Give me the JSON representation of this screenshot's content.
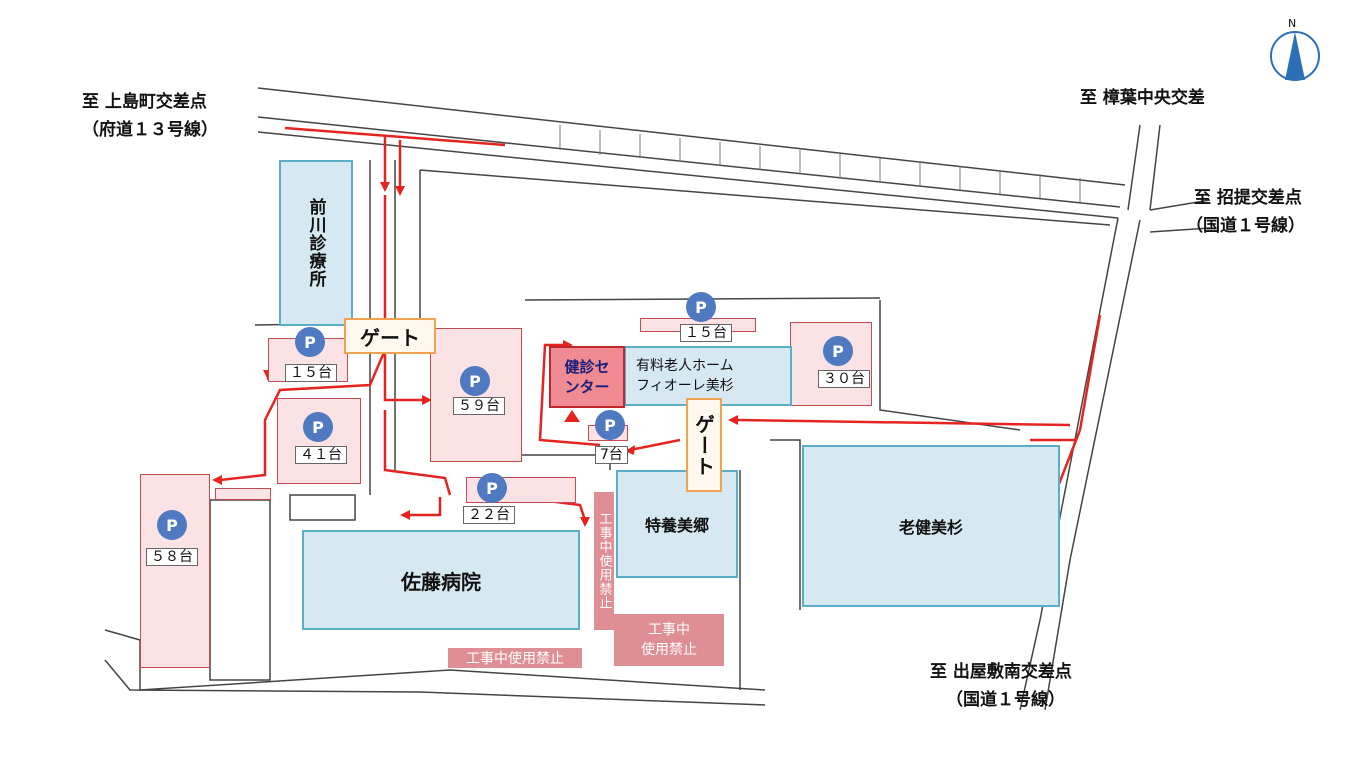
{
  "destinations": {
    "kamishima": {
      "line1": "至 上島町交差点",
      "line2": "（府道１３号線）"
    },
    "shoyo": "至 樟葉中央交差",
    "maneki": {
      "line1": "至 招提交差点",
      "line2": "（国道１号線）"
    },
    "deyashiki": {
      "line1": "至 出屋敷南交差点",
      "line2": "（国道１号線）"
    }
  },
  "compass": {
    "north_label": "N"
  },
  "buildings": {
    "maekawa_clinic": "前川診療所",
    "kenshin_center": "健診センター",
    "fiore": {
      "line1": "有料老人ホーム",
      "line2": "フィオーレ美杉"
    },
    "tokuyo": "特養美郷",
    "roken": "老健美杉",
    "sato_hospital": "佐藤病院"
  },
  "gates": {
    "west": "ゲート",
    "east": "ゲート"
  },
  "parking": {
    "marker": "P",
    "p15_west": "１５台",
    "p59": "５９台",
    "p41": "４１台",
    "p58": "５８台",
    "p22": "２２台",
    "p15_north": "１５台",
    "p7": "7台",
    "p30": "３０台"
  },
  "construction": {
    "bottom": "工事中使用禁止",
    "vertical": "工事中使用禁止",
    "box_line1": "工事中",
    "box_line2": "使用禁止"
  },
  "colors": {
    "route": "#e52421",
    "building_fill": "#d6e9f2",
    "building_border": "#5aaec8",
    "parking_fill": "#fbe3e5",
    "parking_border": "#c24b54",
    "parking_marker": "#4f79c0",
    "gate_border": "#f0a24e",
    "center_fill": "#f08a93",
    "closed_fill": "#df8f93"
  }
}
